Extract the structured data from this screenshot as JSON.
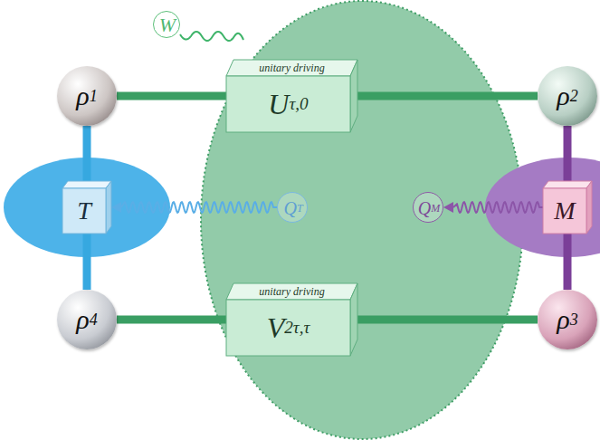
{
  "diagram": {
    "nodes": [
      {
        "text": [
          "W"
        ]
      },
      {
        "text": [
          "ρ1"
        ]
      },
      {
        "text": [
          "unitary driving",
          "Uτ,0"
        ]
      },
      {
        "text": [
          "ρ2"
        ]
      },
      {
        "text": [
          "T"
        ]
      },
      {
        "text": [
          "QT"
        ]
      },
      {
        "text": [
          "QM"
        ]
      },
      {
        "text": [
          "M"
        ]
      },
      {
        "text": [
          "ρ4"
        ]
      },
      {
        "text": [
          "unitary driving",
          "V2τ,τ"
        ]
      },
      {
        "text": [
          "ρ3"
        ]
      }
    ],
    "edges": [
      {
        "from": 1,
        "to": 2,
        "arrow": "none"
      },
      {
        "from": 2,
        "to": 3,
        "arrow": "none"
      },
      {
        "from": 8,
        "to": 9,
        "arrow": "none"
      },
      {
        "from": 9,
        "to": 10,
        "arrow": "none"
      },
      {
        "from": 1,
        "to": 4,
        "arrow": "none"
      },
      {
        "from": 4,
        "to": 8,
        "arrow": "none"
      },
      {
        "from": 3,
        "to": 7,
        "arrow": "none"
      },
      {
        "from": 7,
        "to": 10,
        "arrow": "none"
      },
      {
        "from": 5,
        "to": 4,
        "arrow": "to"
      },
      {
        "from": 7,
        "to": 6,
        "arrow": "to"
      }
    ]
  }
}
